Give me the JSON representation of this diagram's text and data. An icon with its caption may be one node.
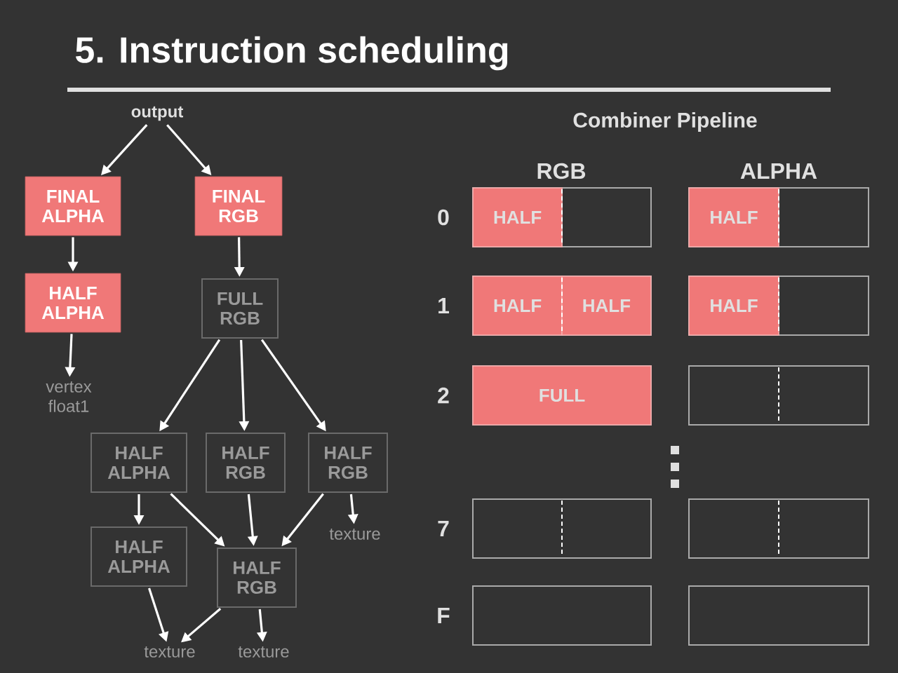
{
  "diagram": {
    "title": "5. Instruction scheduling",
    "nodes": [
      {
        "text": [
          "output"
        ]
      },
      {
        "text": [
          "FINAL ALPHA"
        ]
      },
      {
        "text": [
          "FINAL RGB"
        ]
      },
      {
        "text": [
          "HALF ALPHA"
        ]
      },
      {
        "text": [
          "FULL RGB"
        ]
      },
      {
        "text": [
          "vertex float1"
        ]
      },
      {
        "text": [
          "HALF ALPHA"
        ]
      },
      {
        "text": [
          "HALF RGB"
        ]
      },
      {
        "text": [
          "HALF RGB"
        ]
      },
      {
        "text": [
          "HALF ALPHA"
        ]
      },
      {
        "text": [
          "HALF RGB"
        ]
      },
      {
        "text": [
          "texture"
        ]
      },
      {
        "text": [
          "texture"
        ]
      },
      {
        "text": [
          "texture"
        ]
      }
    ],
    "edges": [
      {
        "from": 0,
        "to": 1,
        "arrow": "to"
      },
      {
        "from": 0,
        "to": 2,
        "arrow": "to"
      },
      {
        "from": 1,
        "to": 3,
        "arrow": "to"
      },
      {
        "from": 2,
        "to": 4,
        "arrow": "to"
      },
      {
        "from": 3,
        "to": 5,
        "arrow": "to"
      },
      {
        "from": 4,
        "to": 6,
        "arrow": "to"
      },
      {
        "from": 4,
        "to": 7,
        "arrow": "to"
      },
      {
        "from": 4,
        "to": 8,
        "arrow": "to"
      },
      {
        "from": 6,
        "to": 9,
        "arrow": "to"
      },
      {
        "from": 6,
        "to": 10,
        "arrow": "to"
      },
      {
        "from": 7,
        "to": 10,
        "arrow": "to"
      },
      {
        "from": 8,
        "to": 10,
        "arrow": "to"
      },
      {
        "from": 8,
        "to": 11,
        "arrow": "to"
      },
      {
        "from": 9,
        "to": 12,
        "arrow": "to"
      },
      {
        "from": 10,
        "to": 12,
        "arrow": "to"
      },
      {
        "from": 10,
        "to": 13,
        "arrow": "to"
      }
    ],
    "labels": [
      "Combiner Pipeline",
      "RGB",
      "ALPHA",
      "0",
      "HALF",
      "HALF",
      "1",
      "HALF",
      "HALF",
      "HALF",
      "2",
      "FULL",
      "7",
      "F"
    ]
  }
}
